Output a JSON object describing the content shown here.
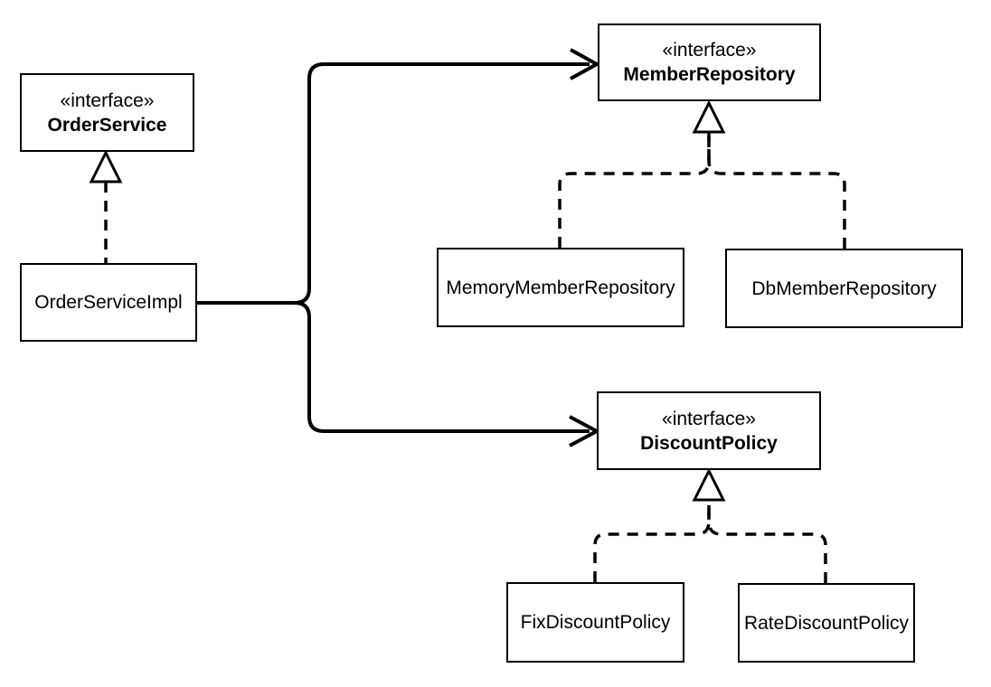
{
  "diagram": {
    "background_color": "#ffffff",
    "line_color": "#000000",
    "node_fill_color": "#ffffff",
    "nodes": {
      "order_service": {
        "stereotype": "«interface»",
        "name": "OrderService"
      },
      "order_service_impl": {
        "name": "OrderServiceImpl"
      },
      "member_repository": {
        "stereotype": "«interface»",
        "name": "MemberRepository"
      },
      "memory_member_repository": {
        "name": "MemoryMemberRepository"
      },
      "db_member_repository": {
        "name": "DbMemberRepository"
      },
      "discount_policy": {
        "stereotype": "«interface»",
        "name": "DiscountPolicy"
      },
      "fix_discount_policy": {
        "name": "FixDiscountPolicy"
      },
      "rate_discount_policy": {
        "name": "RateDiscountPolicy"
      }
    },
    "relationships": [
      {
        "from": "OrderServiceImpl",
        "to": "OrderService",
        "type": "realization"
      },
      {
        "from": "OrderServiceImpl",
        "to": "MemberRepository",
        "type": "dependency"
      },
      {
        "from": "OrderServiceImpl",
        "to": "DiscountPolicy",
        "type": "dependency"
      },
      {
        "from": "MemoryMemberRepository",
        "to": "MemberRepository",
        "type": "realization"
      },
      {
        "from": "DbMemberRepository",
        "to": "MemberRepository",
        "type": "realization"
      },
      {
        "from": "FixDiscountPolicy",
        "to": "DiscountPolicy",
        "type": "realization"
      },
      {
        "from": "RateDiscountPolicy",
        "to": "DiscountPolicy",
        "type": "realization"
      }
    ]
  }
}
